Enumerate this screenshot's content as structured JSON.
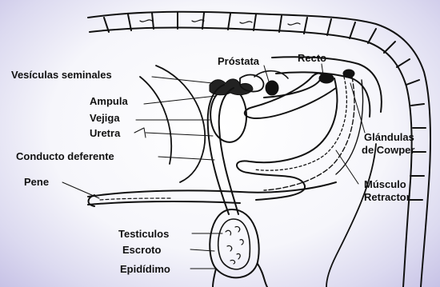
{
  "labels": {
    "prostata": "Próstata",
    "recto": "Recto",
    "vesiculas": "Vesículas seminales",
    "ampula": "Ampula",
    "vejiga": "Vejiga",
    "uretra": "Uretra",
    "glandulas_1": "Glándulas",
    "glandulas_2": "de Cowper",
    "conducto": "Conducto deferente",
    "musculo_1": "Músculo",
    "musculo_2": "Retractor",
    "pene": "Pene",
    "testiculos": "Testiculos",
    "escroto": "Escroto",
    "epididimo": "Epidídimo"
  },
  "colors": {
    "background": "#f6f6fb",
    "border_tint": "#c7c2e6",
    "ink": "#111111"
  }
}
